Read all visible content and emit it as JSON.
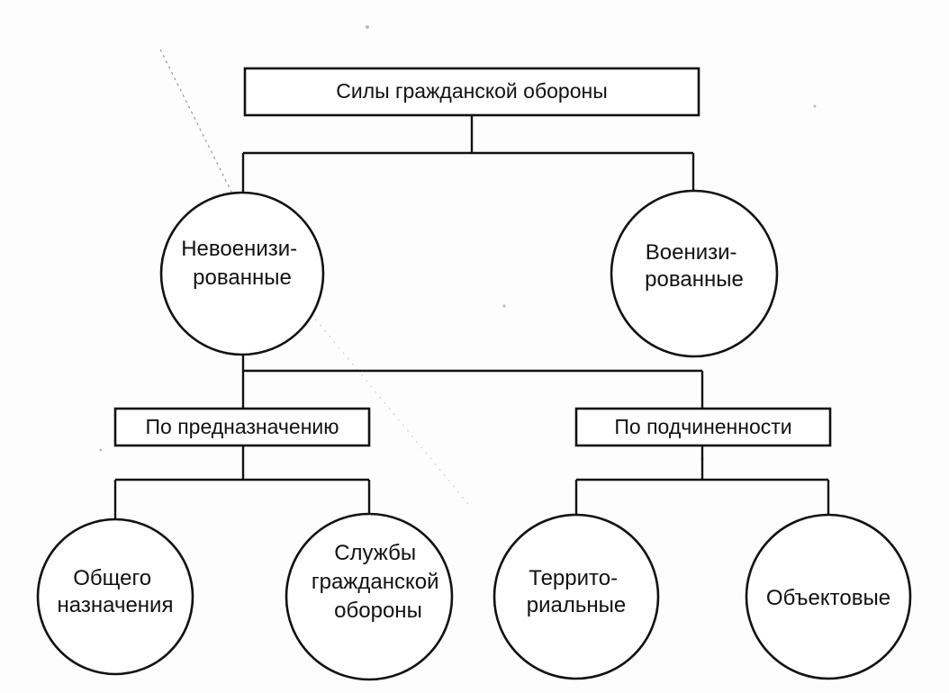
{
  "diagram": {
    "root": {
      "label": "Силы гражданской обороны"
    },
    "level1": {
      "non_militarized": {
        "lines": [
          "Невоенизи-",
          "рованные"
        ]
      },
      "militarized": {
        "lines": [
          "Военизи-",
          "рованные"
        ]
      }
    },
    "criteria": {
      "by_purpose": {
        "label": "По предназначению"
      },
      "by_subordination": {
        "label": "По подчиненности"
      }
    },
    "leaves": {
      "general_purpose": {
        "lines": [
          "Общего",
          "назначения"
        ]
      },
      "civil_defense_services": {
        "lines": [
          "Службы",
          "гражданской",
          "обороны"
        ]
      },
      "territorial": {
        "lines": [
          "Террито-",
          "риальные"
        ]
      },
      "object": {
        "lines": [
          "Объектовые"
        ]
      }
    },
    "colors": {
      "stroke": "#111111",
      "background": "#ffffff"
    }
  }
}
